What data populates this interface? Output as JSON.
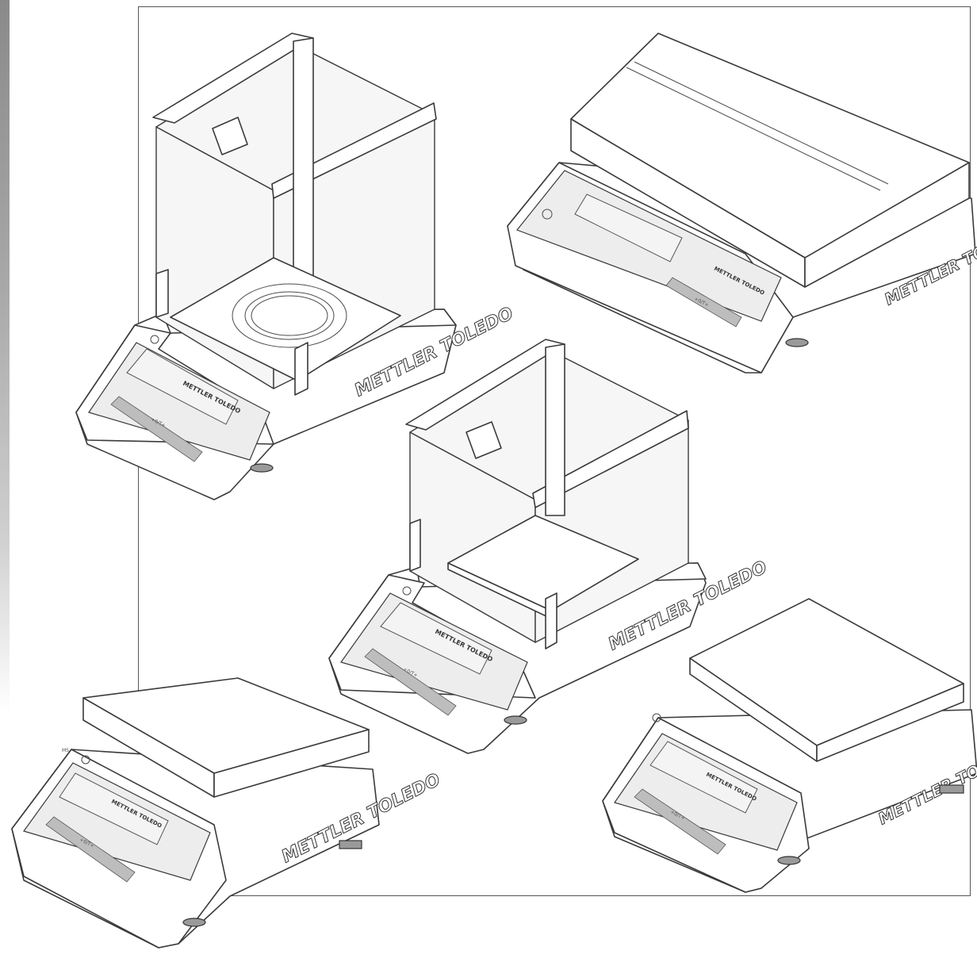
{
  "brand": "METTLER TOLEDO",
  "model_label": "MS",
  "key_label": "+0/T+",
  "balances": [
    {
      "id": "analytical-round-pan",
      "brand": "METTLER TOLEDO"
    },
    {
      "id": "precision-large-pan",
      "brand": "METTLER TOLEDO"
    },
    {
      "id": "analytical-square-pan",
      "brand": "METTLER TOLEDO"
    },
    {
      "id": "precision-small-pan-left",
      "brand": "METTLER TOLEDO"
    },
    {
      "id": "precision-small-pan-right",
      "brand": "METTLER TOLEDO"
    }
  ]
}
